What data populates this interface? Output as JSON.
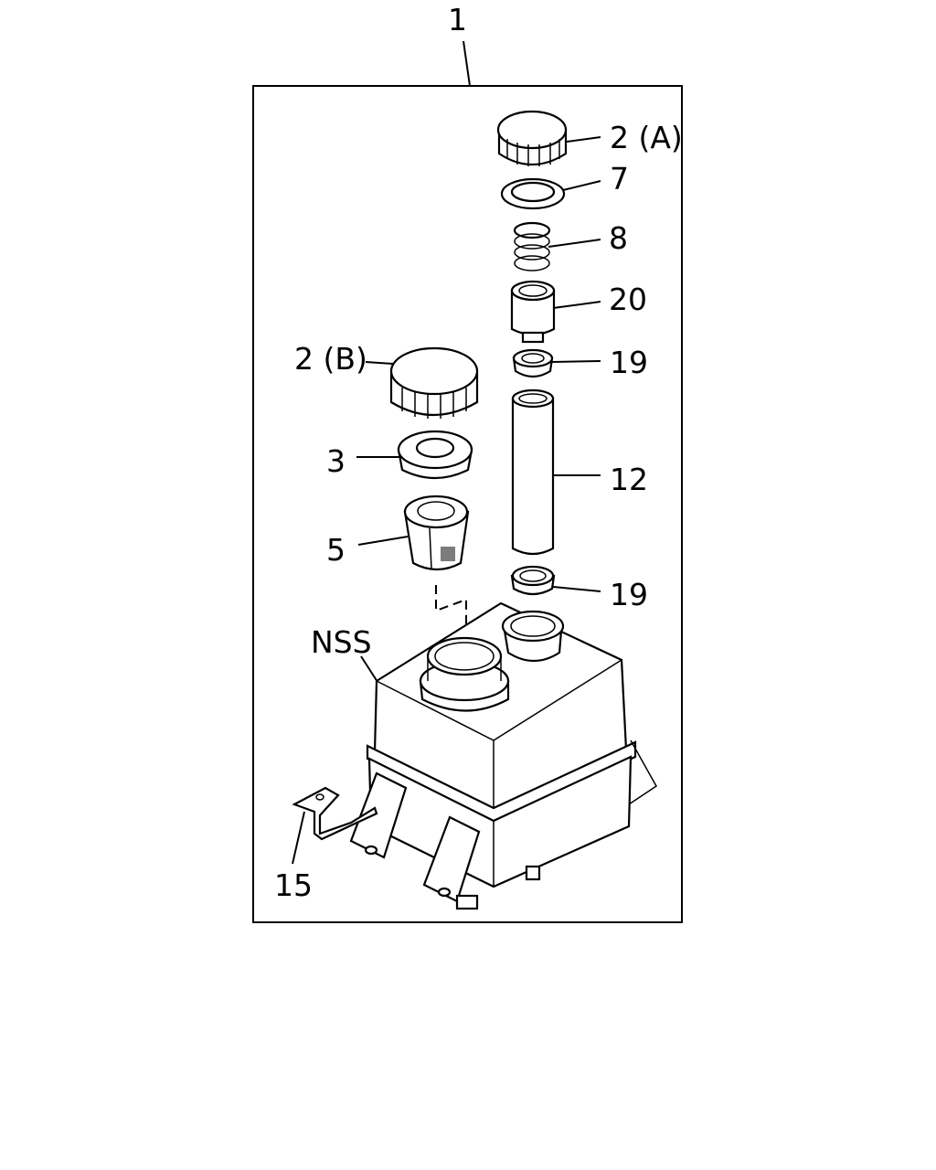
{
  "callouts": {
    "assembly": "1",
    "cap_a": "2 (A)",
    "item_7": "7",
    "item_8": "8",
    "item_20": "20",
    "item_19_upper": "19",
    "cap_b": "2 (B)",
    "item_12": "12",
    "item_3": "3",
    "item_5": "5",
    "item_19_lower": "19",
    "nss": "NSS",
    "item_15": "15"
  }
}
